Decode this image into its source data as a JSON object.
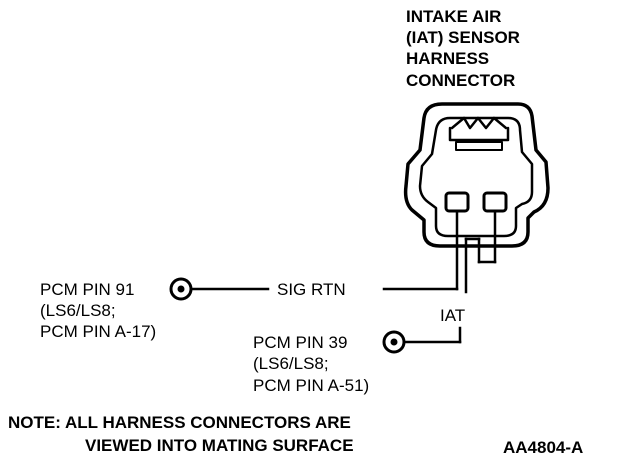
{
  "connector": {
    "title_lines": [
      "INTAKE AIR",
      "(IAT) SENSOR",
      "HARNESS",
      "CONNECTOR"
    ]
  },
  "pin_91": {
    "lines": [
      "PCM PIN 91",
      "(LS6/LS8;",
      "PCM  PIN A-17)"
    ]
  },
  "pin_39": {
    "lines": [
      "PCM PIN 39",
      "(LS6/LS8;",
      "PCM PIN A-51)"
    ]
  },
  "wires": {
    "sig_rtn": "SIG RTN",
    "iat": "IAT"
  },
  "note": {
    "lines": [
      "NOTE: ALL HARNESS CONNECTORS ARE",
      "VIEWED INTO MATING SURFACE"
    ]
  },
  "figure_id": "AA4804-A"
}
